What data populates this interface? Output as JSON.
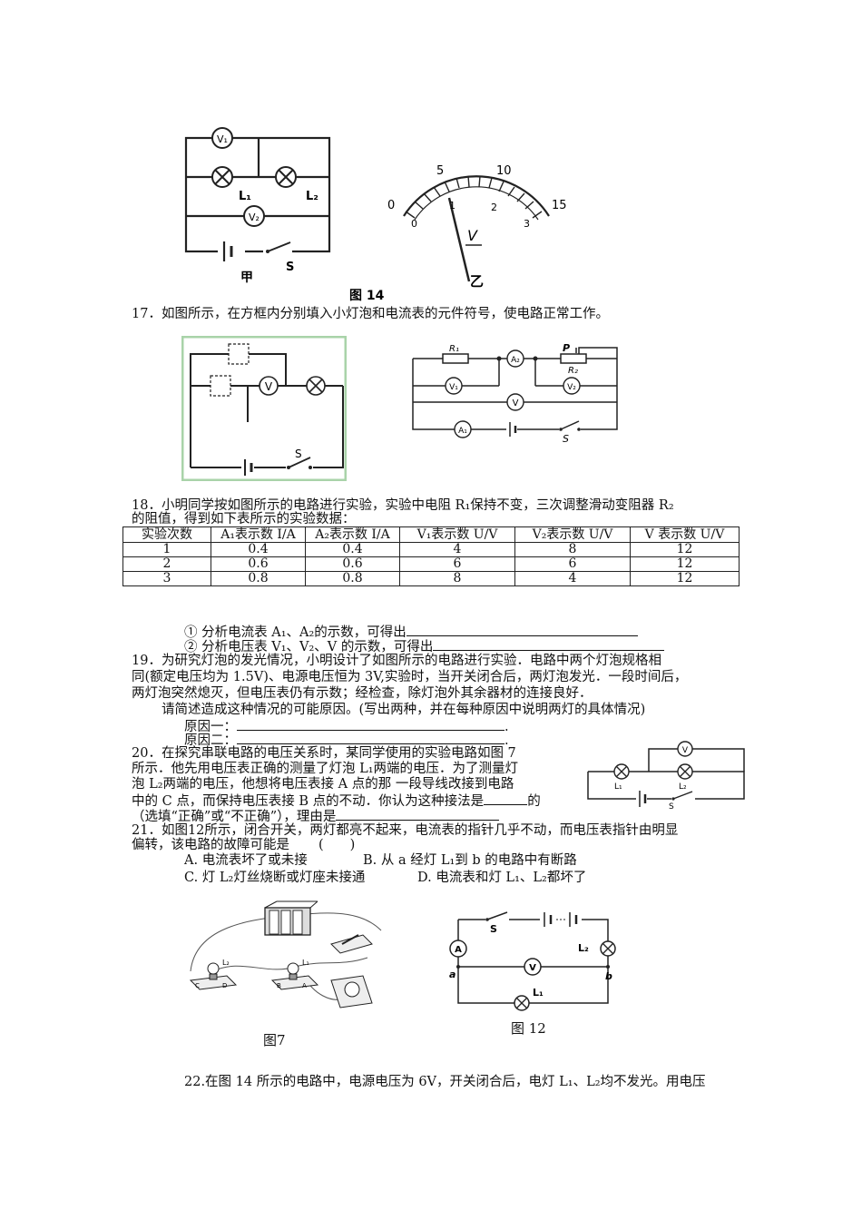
{
  "fig14": {
    "label_jia": "甲",
    "label_yi": "乙",
    "caption": "图 14",
    "meter_top_ticks": [
      "0",
      "5",
      "10",
      "15"
    ],
    "meter_bottom_ticks": [
      "0",
      "1",
      "2",
      "3"
    ],
    "meter_unit": "V",
    "components": {
      "v1": "V₁",
      "v2": "V₂",
      "l1": "L₁",
      "l2": "L₂",
      "s": "S"
    }
  },
  "q17": {
    "text": "17．如图所示，在方框内分别填入小灯泡和电流表的元件符号，使电路正常工作。",
    "left_labels": {
      "v": "V",
      "s": "S"
    },
    "right_labels": {
      "r1": "R₁",
      "a2": "A₂",
      "p": "P",
      "r2": "R₂",
      "v1": "V₁",
      "v2": "V₂",
      "v": "V",
      "a1": "A₁",
      "s": "S"
    }
  },
  "q18": {
    "line1": "18．小明同学按如图所示的电路进行实验，实验中电阻 R₁保持不变，三次调整滑动变阻器 R₂",
    "line2": "的阻值，得到如下表所示的实验数据：",
    "headers": [
      "实验次数",
      "A₁表示数 I/A",
      "A₂表示数 I/A",
      "V₁表示数 U/V",
      "V₂表示数 U/V",
      "V 表示数 U/V"
    ],
    "rows": [
      [
        "1",
        "0.4",
        "0.4",
        "4",
        "8",
        "12"
      ],
      [
        "2",
        "0.6",
        "0.6",
        "6",
        "6",
        "12"
      ],
      [
        "3",
        "0.8",
        "0.8",
        "8",
        "4",
        "12"
      ]
    ],
    "analysis1": "① 分析电流表 A₁、A₂的示数，可得出",
    "analysis2": "② 分析电压表 V₁、V₂、V 的示数，可得出"
  },
  "q19": {
    "line1": "19．为研究灯泡的发光情况，小明设计了如图所示的电路进行实验．电路中两个灯泡规格相",
    "line2": "同(额定电压均为 1.5V)、电源电压恒为 3V,实验时，当开关闭合后，两灯泡发光．一段时间后，",
    "line3": "两灯泡突然熄灭，但电压表仍有示数；经检查，除灯泡外其余器材的连接良好．",
    "line4": "请简述造成这种情况的可能原因。(写出两种，并在每种原因中说明两灯的具体情况)",
    "reason1": "原因一：",
    "reason2": "原因二：",
    "end": "."
  },
  "q20": {
    "line1": "20．在探究串联电路的电压关系时，某同学使用的实验电路如图 7",
    "line2": "所示．他先用电压表正确的测量了灯泡 L₁两端的电压．为了测量灯",
    "line3": "泡 L₂两端的电压，他想将电压表接 A 点的那 一段导线改接到电路",
    "line4a": "中的 C 点，而保持电压表接 B 点的不动．你认为这种接法是",
    "line4b": "的",
    "line5": "（选填“正确”或“不正确”），理由是",
    "labels": {
      "v": "V",
      "l1": "L₁",
      "l2": "L₂",
      "s": "S"
    }
  },
  "q21": {
    "line1": "21．如图12所示，闭合开关，两灯都亮不起来，电流表的指针几乎不动，而电压表指针由明显",
    "line2": "偏转，该电路的故障可能是",
    "paren": "(　　)",
    "optA": "A.  电流表坏了或未接",
    "optB": "B.  从 a 经灯 L₁到 b 的电路中有断路",
    "optC": "C.  灯 L₂灯丝烧断或灯座未接通",
    "optD": "D.  电流表和灯 L₁、L₂都坏了",
    "fig7_caption": "图7",
    "fig12_caption": "图 12",
    "fig7_labels": {
      "l2": "L₂",
      "l1": "L₁",
      "c": "C",
      "d": "D",
      "b": "B",
      "a": "A"
    },
    "fig12_labels": {
      "s": "S",
      "a_meter": "A",
      "v": "V",
      "l2": "L₂",
      "l1": "L₁",
      "pt_a": "a",
      "pt_b": "b"
    }
  },
  "q22": {
    "line1": "22.在图 14 所示的电路中，电源电压为 6V，开关闭合后，电灯 L₁、L₂均不发光。用电压"
  }
}
